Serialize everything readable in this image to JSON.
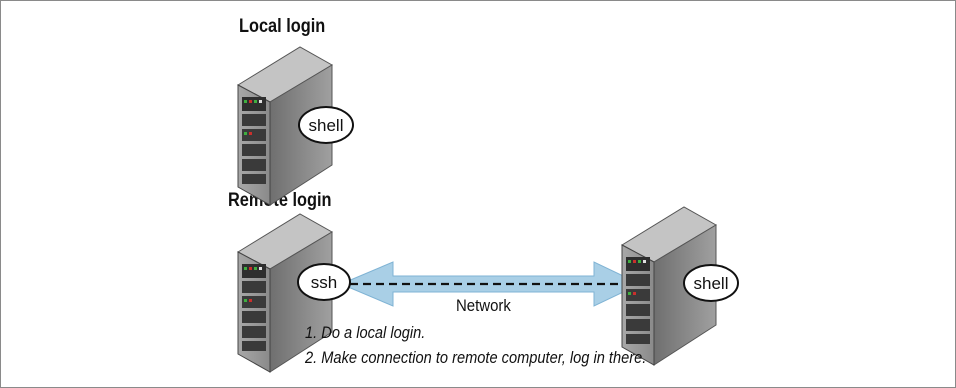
{
  "sections": {
    "local_title": "Local login",
    "remote_title": "Remote login"
  },
  "bubbles": {
    "local_shell": "shell",
    "remote_ssh": "ssh",
    "remote_shell": "shell"
  },
  "network": {
    "label": "Network"
  },
  "steps": [
    "1. Do a local login.",
    "2. Make connection to remote computer, log in there."
  ],
  "colors": {
    "arrow": "#a9cfe6",
    "server_body": "#8f8f8f",
    "server_dark": "#3a3a3a",
    "led_green": "#3fae3f",
    "led_red": "#c9302c"
  },
  "icons": [
    "server-icon",
    "server-icon",
    "server-icon",
    "double-arrow-icon"
  ]
}
